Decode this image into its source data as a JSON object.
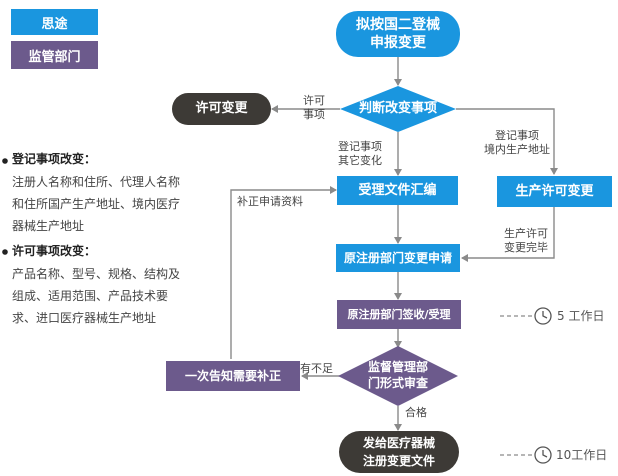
{
  "legend": {
    "route_label": "思途",
    "dept_label": "监管部门"
  },
  "colors": {
    "blue": "#1A96DF",
    "purple": "#6C5A8C",
    "dark": "#3D3A36",
    "line": "#8A8A8A"
  },
  "nodes": {
    "start": [
      "拟按国二登械",
      "申报变更"
    ],
    "judge": "判断改变事项",
    "license_change": "许可变更",
    "accept_compile": "受理文件汇编",
    "production_change": "生产许可变更",
    "original_apply": "原注册部门变更申请",
    "original_receive": "原注册部门签收/受理",
    "review": [
      "监督管理部",
      "门形式审查"
    ],
    "notify_correct": "一次告知需要补正",
    "issue": [
      "发给医疗器械",
      "注册变更文件"
    ]
  },
  "edge_labels": {
    "license": [
      "许可",
      "事项"
    ],
    "register_other": [
      "登记事项",
      "其它变化"
    ],
    "register_site": [
      "登记事项",
      "境内生产地址"
    ],
    "license_done": [
      "生产许可",
      "变更完毕"
    ],
    "supplement": "补正申请资料",
    "insufficient": "有不足",
    "pass": "合格"
  },
  "timers": {
    "five_days": "5  工作日",
    "ten_days": "10工作日"
  },
  "notes": {
    "register_title": "登记事项改变：",
    "register_lines": [
      "注册人名称和住所、代理人名称",
      "和住所国产生产地址、境内医疗",
      "器械生产地址"
    ],
    "license_title": "许可事项改变：",
    "license_lines": [
      "产品名称、型号、规格、结构及",
      "组成、适用范围、产品技术要",
      "求、进口医疗器械生产地址"
    ]
  }
}
